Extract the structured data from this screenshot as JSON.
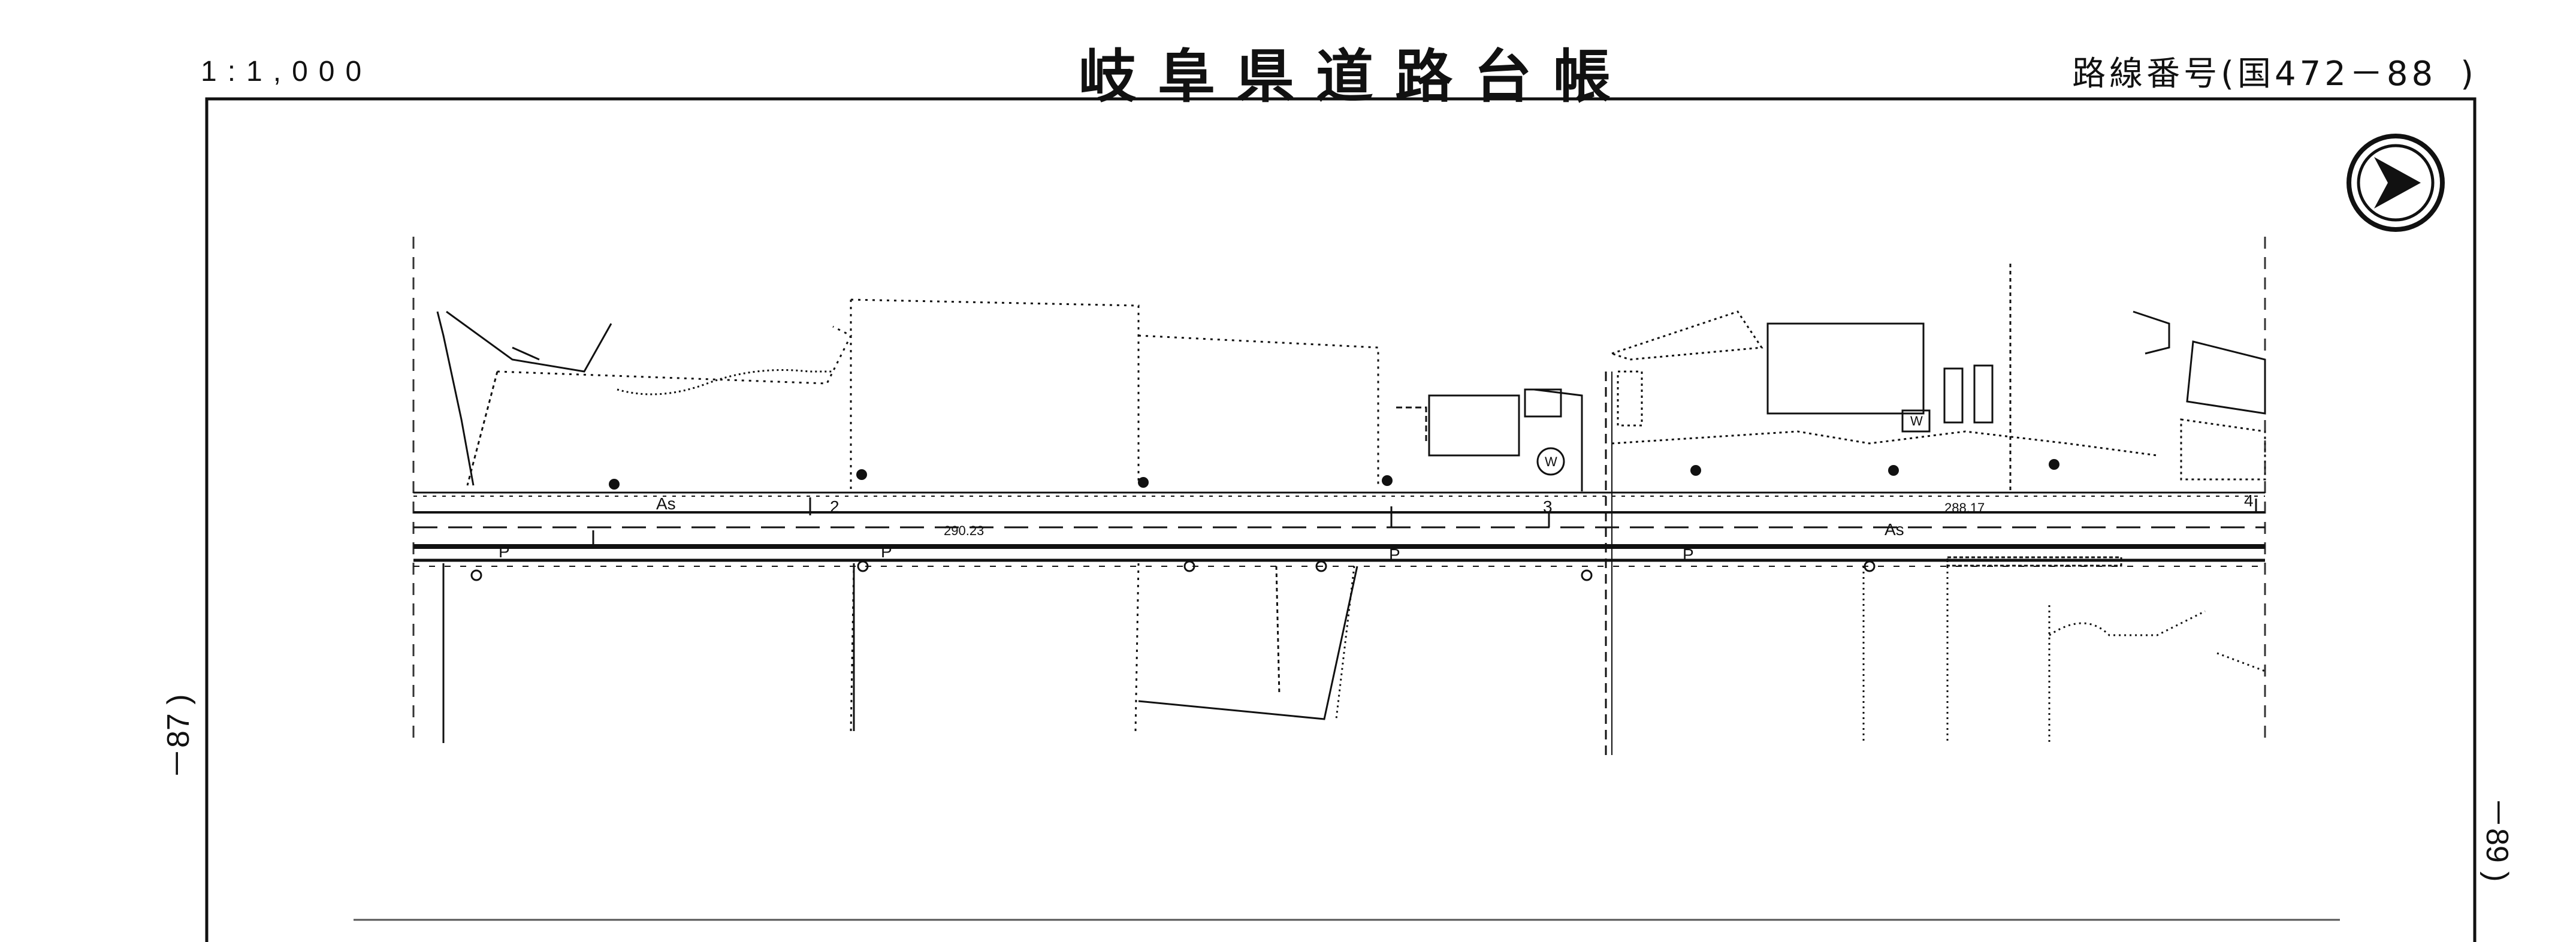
{
  "header": {
    "scale": "1:1,000",
    "title": "岐阜県道路台帳",
    "route_label": "路線番号(国472－88",
    "route_close": ")"
  },
  "side": {
    "left_page": "－87 )",
    "right_page": "－89 )"
  },
  "map": {
    "north_arrow": "north-arrow-icon",
    "surface_labels": [
      "As",
      "As"
    ],
    "parking_labels": [
      "P",
      "P",
      "P",
      "P"
    ],
    "station_numbers": [
      "2",
      "3",
      "4"
    ],
    "elevations": [
      "290.23",
      "288.17"
    ],
    "symbols": [
      "W",
      "W"
    ]
  }
}
